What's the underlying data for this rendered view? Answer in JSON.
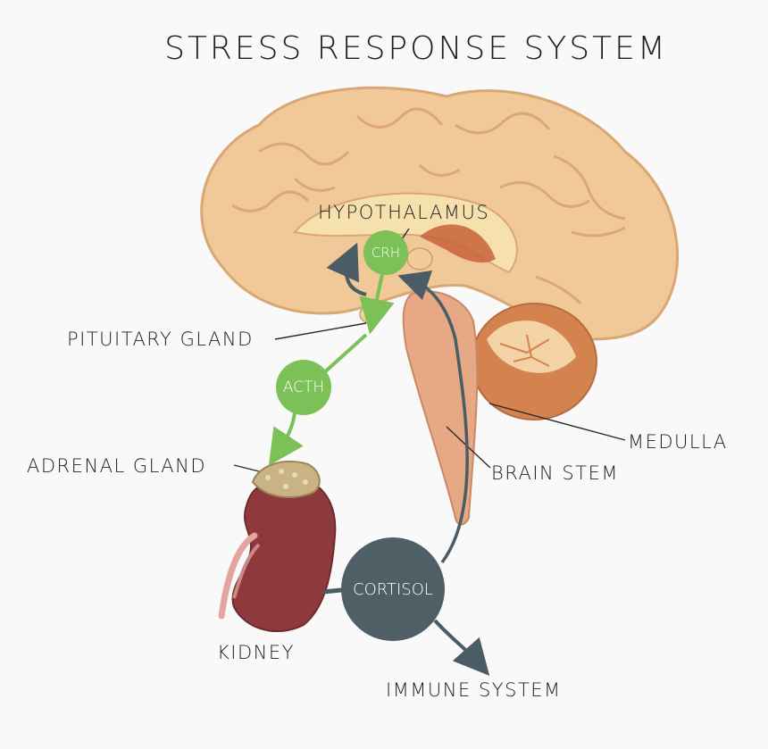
{
  "title": "STRESS RESPONSE SYSTEM",
  "labels": {
    "hypothalamus": "HYPOTHALAMUS",
    "pituitary": "PITUITARY GLAND",
    "adrenal": "ADRENAL GLAND",
    "kidney": "KIDNEY",
    "medulla": "MEDULLA",
    "brain_stem": "BRAIN STEM",
    "immune": "IMMUNE SYSTEM"
  },
  "hormones": {
    "crh": "CRH",
    "acth": "ACTH",
    "cortisol": "CORTISOL"
  },
  "colors": {
    "background": "#f9f9f9",
    "green": "#7cc158",
    "cortisol_node": "#4e5f66",
    "arrow_gray": "#4a5d66",
    "brain": "#f1c898",
    "brain_shadow": "#d9a774",
    "kidney": "#8e3a3c",
    "adrenal": "#c9b283"
  }
}
